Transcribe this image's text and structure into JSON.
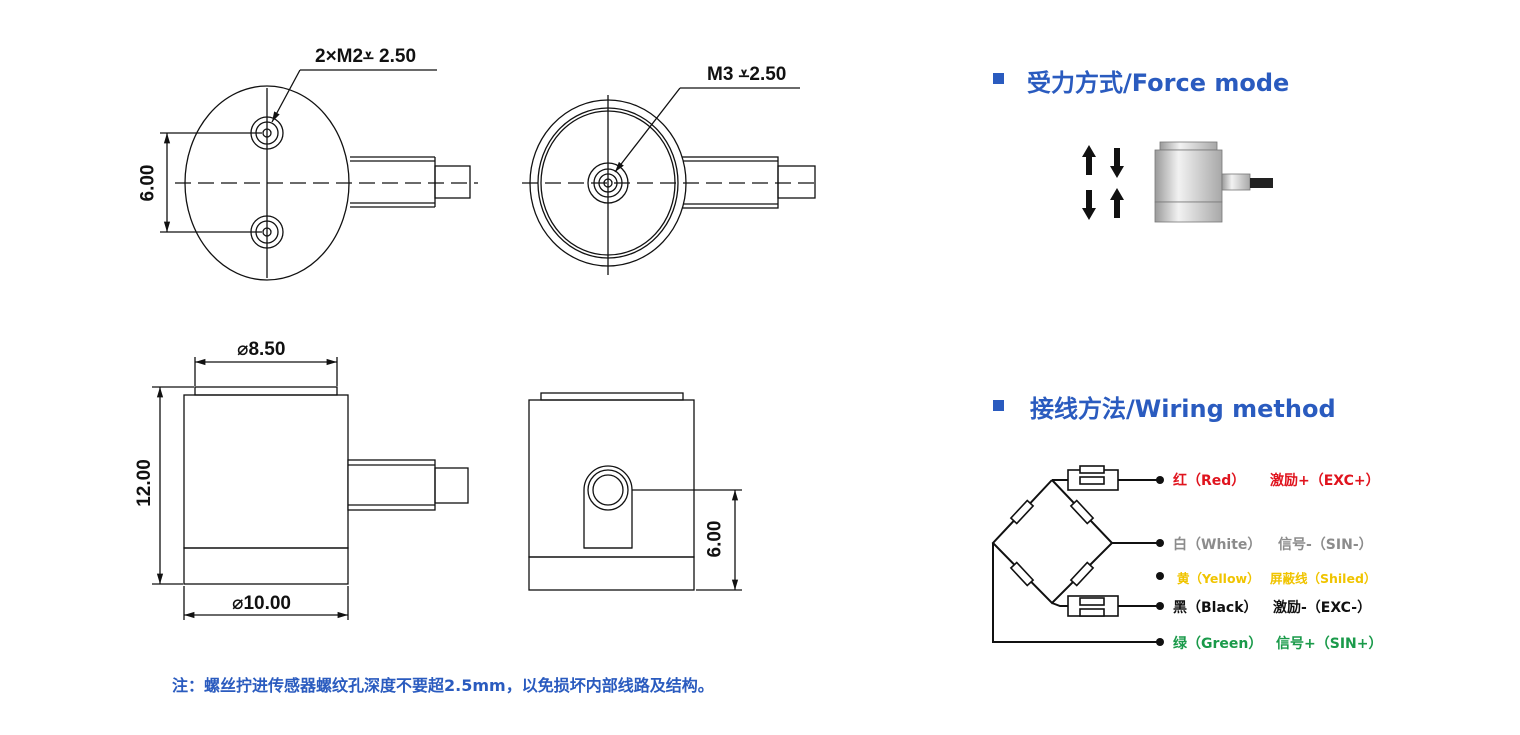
{
  "drawings": {
    "top_left_callout": "2×M2⩡ 2.50",
    "top_left_dim": "6.00",
    "top_right_callout": "M3 ⩡2.50",
    "bottom_left_top_dim": "⌀8.50",
    "bottom_left_height_dim": "12.00",
    "bottom_left_base_dim": "⌀10.00",
    "bottom_right_dim": "6.00"
  },
  "force_mode": {
    "title": "受力方式/Force mode"
  },
  "wiring": {
    "title": "接线方法/Wiring method",
    "wires": [
      {
        "color_name": "红（Red）",
        "function": "激励+（EXC+）",
        "color": "#e0141e"
      },
      {
        "color_name": "白（White）",
        "function": "信号-（SIN-）",
        "color": "#8c8c8c"
      },
      {
        "color_name": "黄（Yellow）",
        "function": "屏蔽线（Shiled）",
        "color": "#f0c400"
      },
      {
        "color_name": "黑（Black）",
        "function": "激励-（EXC-）",
        "color": "#111111"
      },
      {
        "color_name": "绿（Green）",
        "function": "信号+（SIN+）",
        "color": "#1a9a4a"
      }
    ]
  },
  "note": "注：螺丝拧进传感器螺纹孔深度不要超2.5mm，以免损坏内部线路及结构。",
  "accent_color": "#2a5bbf"
}
